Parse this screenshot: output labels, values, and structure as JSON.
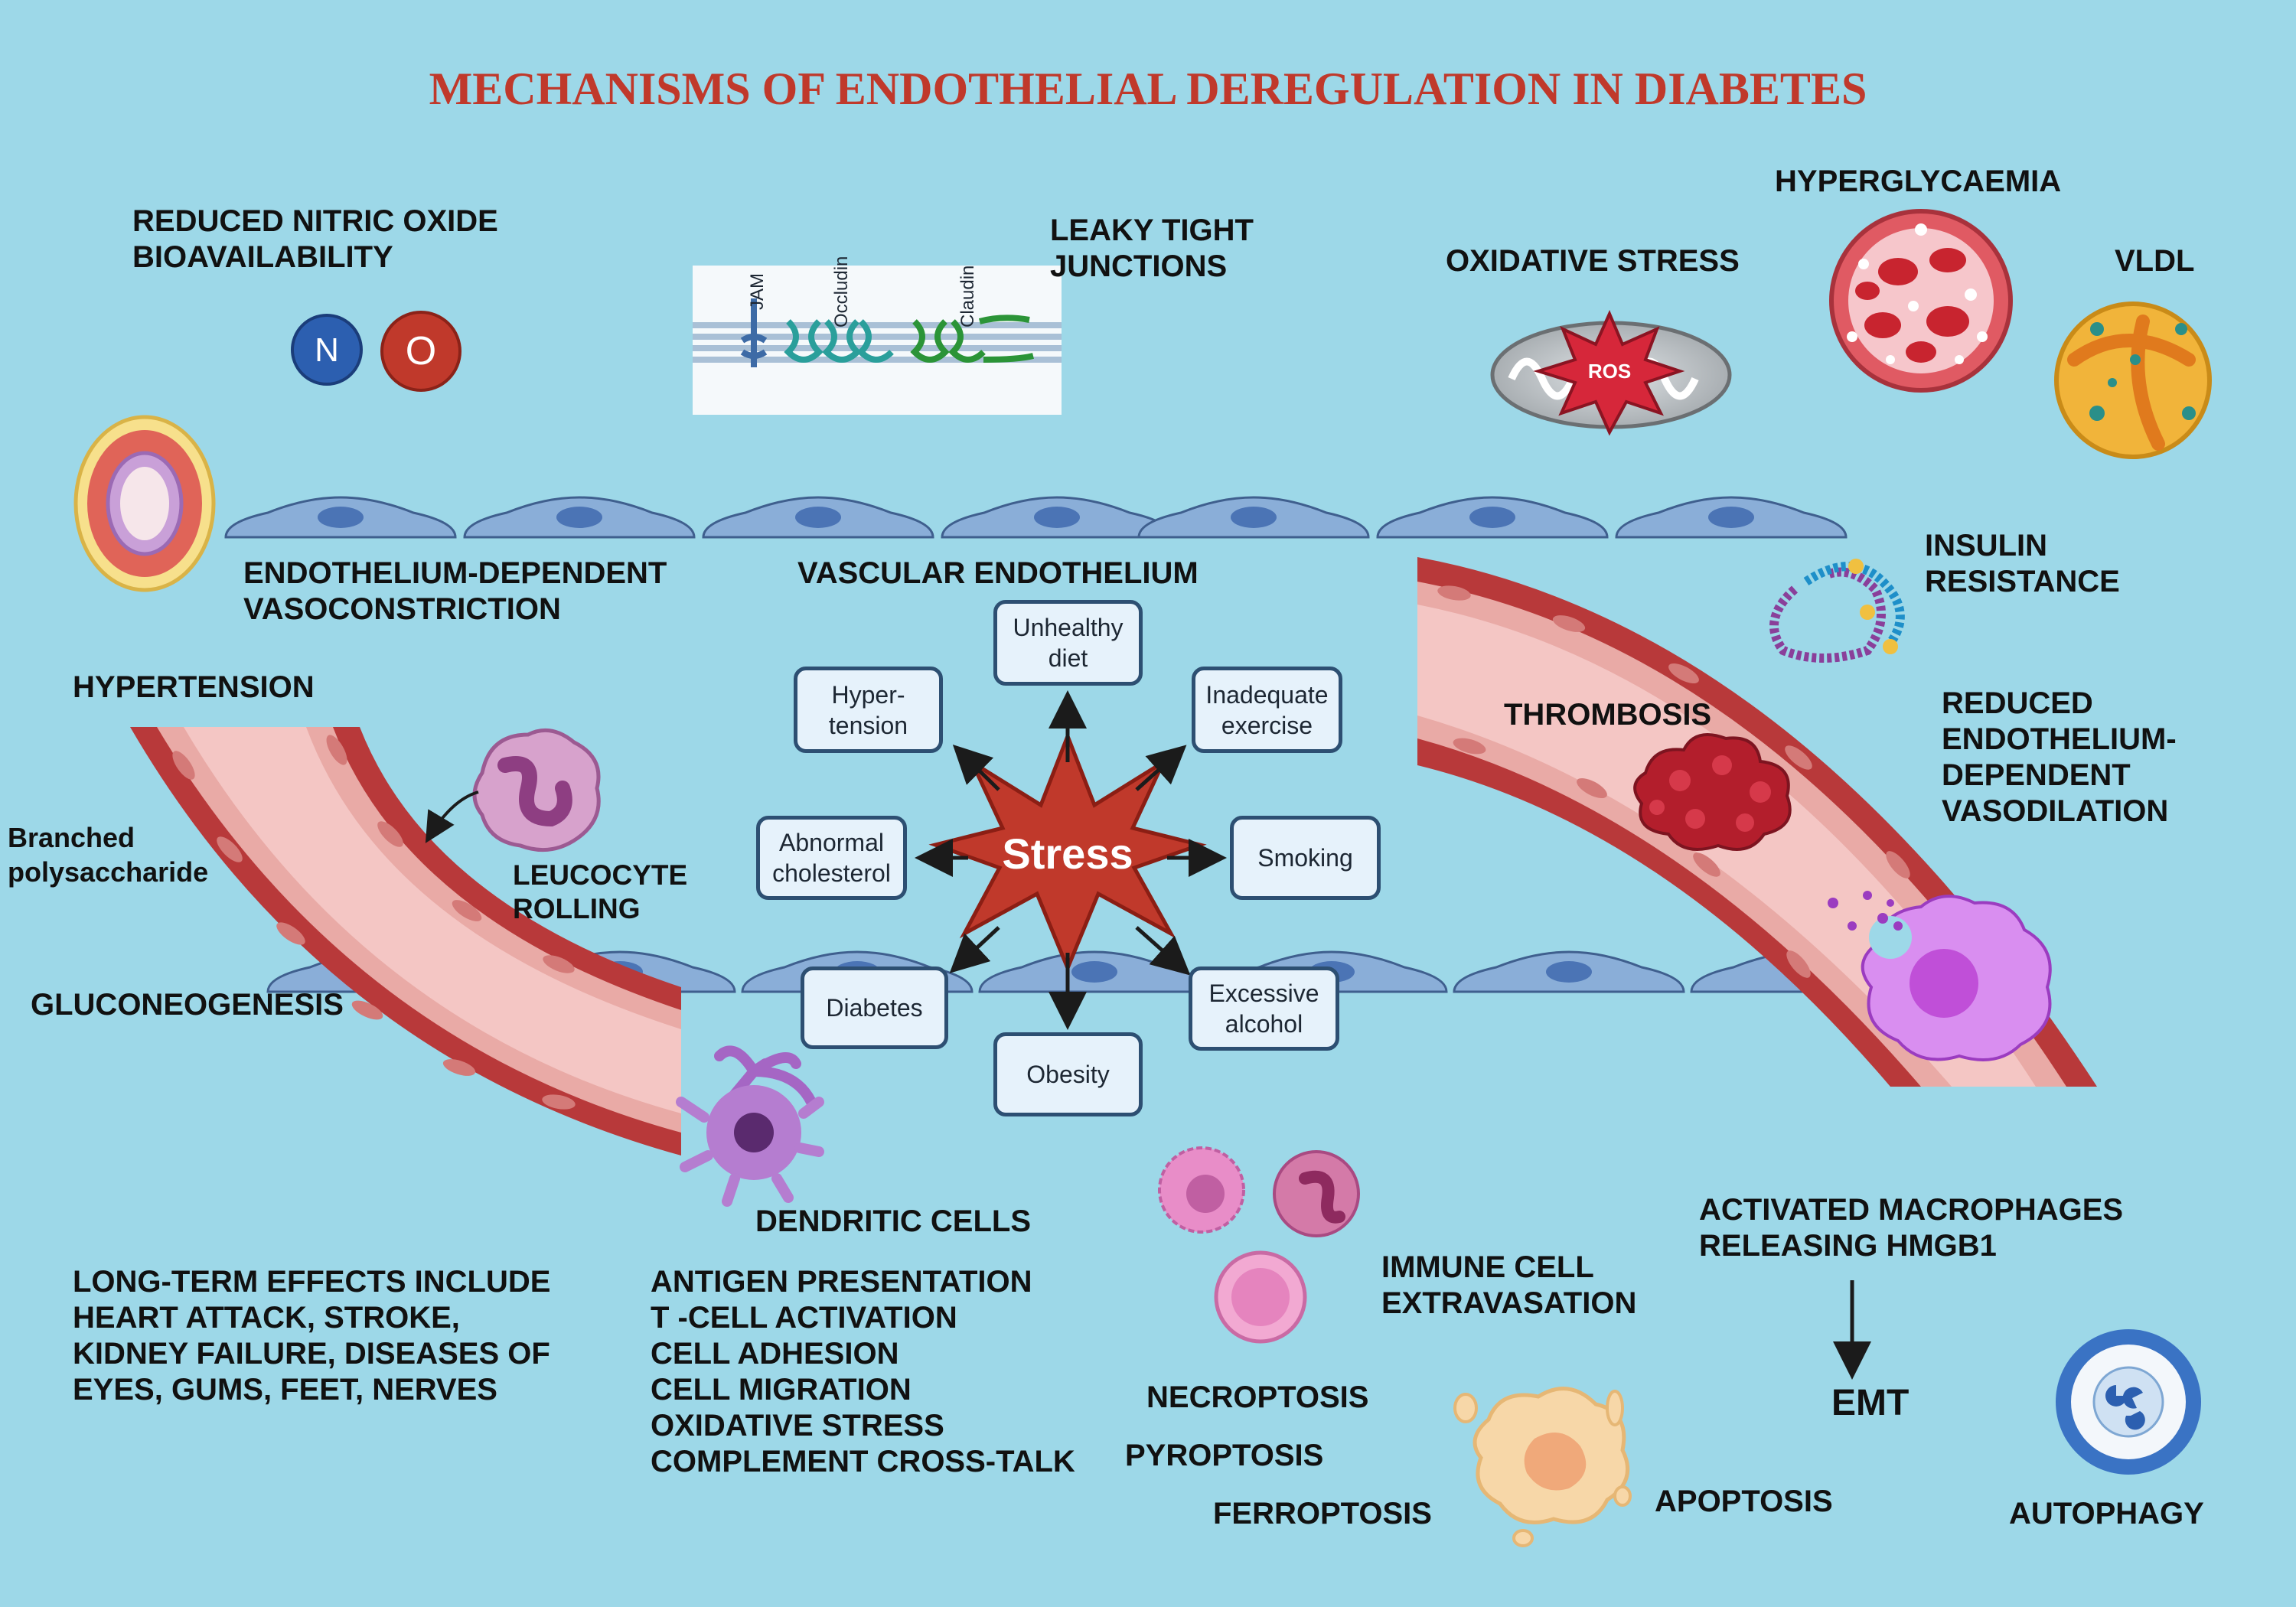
{
  "title": "MECHANISMS  OF ENDOTHELIAL DEREGULATION IN DIABETES",
  "colors": {
    "background": "#9dd8e8",
    "title": "#c0392b",
    "endothelial_cell": "#8aaed8",
    "vessel_wall": "#b8393a",
    "vessel_lumen": "#f4c6c4",
    "stress_star": "#c0392b",
    "factor_box_border": "#2d4f72",
    "factor_box_fill": "#e6f2fb"
  },
  "molecules": {
    "n": "N",
    "o": "O",
    "ros": "ROS"
  },
  "tight_junction": {
    "jam": "JAM",
    "occludin": "Occludin",
    "claudin": "Claudin"
  },
  "labels": {
    "reduced_no": [
      "REDUCED NITRIC OXIDE",
      "BIOAVAILABILITY"
    ],
    "leaky_tight": [
      "LEAKY TIGHT",
      "JUNCTIONS"
    ],
    "oxidative_stress": "OXIDATIVE STRESS",
    "hyperglycaemia": "HYPERGLYCAEMIA",
    "vldl": "VLDL",
    "endothelium_dependent_vasoconstriction": [
      "ENDOTHELIUM-DEPENDENT",
      "VASOCONSTRICTION"
    ],
    "vascular_endothelium": "VASCULAR ENDOTHELIUM",
    "insulin_resistance": [
      "INSULIN",
      "RESISTANCE"
    ],
    "hypertension": "HYPERTENSION",
    "thrombosis": "THROMBOSIS",
    "reduced_vasodilation": [
      "REDUCED",
      "ENDOTHELIUM-",
      "DEPENDENT",
      "VASODILATION"
    ],
    "branched_polysaccharide": [
      "Branched",
      "polysaccharide"
    ],
    "leucocyte_rolling": [
      "LEUCOCYTE",
      "ROLLING"
    ],
    "gluconeogenesis": "GLUCONEOGENESIS",
    "dendritic_cells": "DENDRITIC CELLS",
    "activated_macrophages": [
      "ACTIVATED MACROPHAGES",
      "RELEASING HMGB1"
    ],
    "long_term_effects": [
      "LONG-TERM EFFECTS INCLUDE",
      "HEART ATTACK, STROKE,",
      "KIDNEY FAILURE, DISEASES OF",
      "EYES, GUMS, FEET, NERVES"
    ],
    "dendritic_functions": [
      "ANTIGEN PRESENTATION",
      "T -CELL ACTIVATION",
      "CELL ADHESION",
      "CELL MIGRATION",
      "OXIDATIVE STRESS",
      "COMPLEMENT CROSS-TALK"
    ],
    "immune_cell_extravasation": [
      "IMMUNE CELL",
      "EXTRAVASATION"
    ],
    "necroptosis": "NECROPTOSIS",
    "pyroptosis": "PYROPTOSIS",
    "ferroptosis": "FERROPTOSIS",
    "apoptosis": "APOPTOSIS",
    "emt": "EMT",
    "autophagy": "AUTOPHAGY"
  },
  "stress": {
    "center": "Stress",
    "factors": {
      "unhealthy_diet": [
        "Unhealthy",
        "diet"
      ],
      "hypertension": [
        "Hyper-",
        "tension"
      ],
      "inadequate_exercise": [
        "Inadequate",
        "exercise"
      ],
      "abnormal_cholesterol": [
        "Abnormal",
        "cholesterol"
      ],
      "smoking": [
        "Smoking"
      ],
      "diabetes": [
        "Diabetes"
      ],
      "obesity": [
        "Obesity"
      ],
      "excessive_alcohol": [
        "Excessive",
        "alcohol"
      ]
    }
  },
  "icons": [
    "nitric-oxide-molecule-icon",
    "tight-junction-icon",
    "mitochondrion-icon",
    "blood-vessel-cross-section-icon",
    "lipoprotein-icon",
    "insulin-molecule-icon",
    "neutrophil-icon",
    "dendritic-cell-icon",
    "blood-clot-icon",
    "macrophage-icon",
    "apoptotic-cell-icon",
    "autophagy-icon"
  ]
}
